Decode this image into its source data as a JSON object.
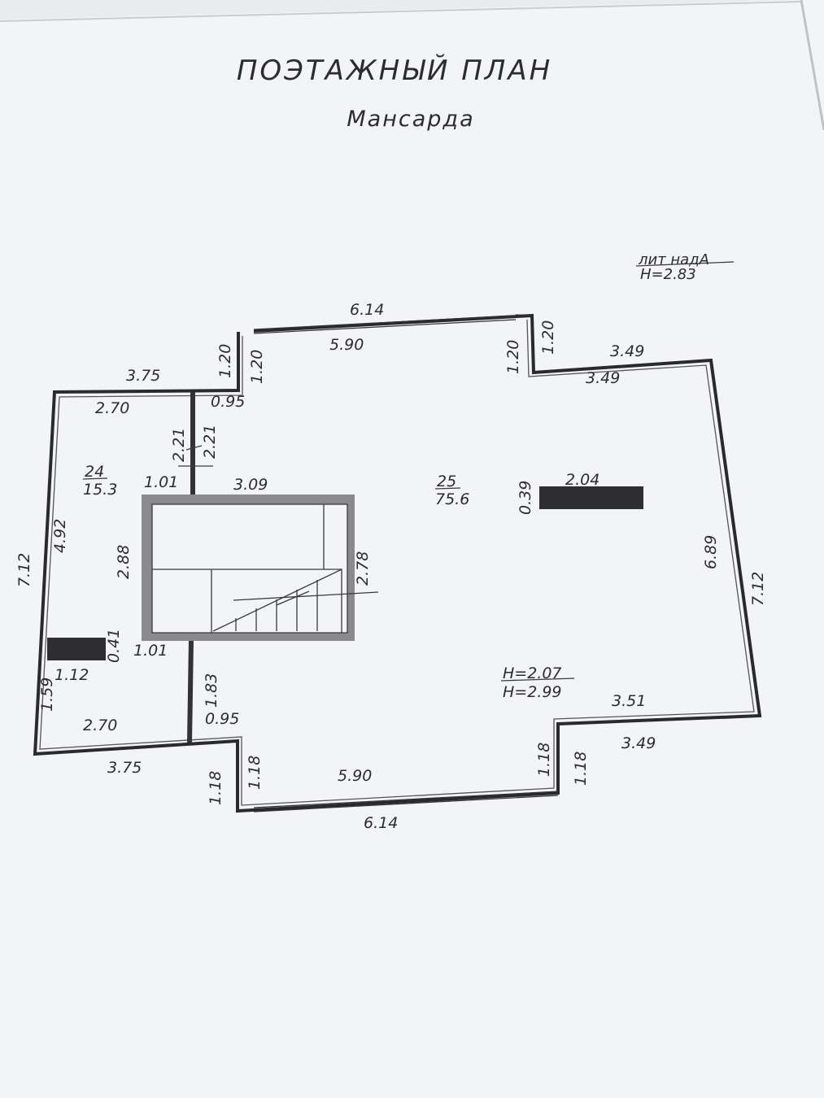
{
  "title": "ПОЭТАЖНЫЙ ПЛАН",
  "subtitle": "Мансарда",
  "lit": {
    "label": "лит надА",
    "height": "Н=2.83"
  },
  "rooms": [
    {
      "number": "24",
      "area": "15.3"
    },
    {
      "number": "25",
      "area": "75.6"
    }
  ],
  "heights": {
    "h1": "Н=2.07",
    "h2": "Н=2.99"
  },
  "dims": {
    "top_outer": "6.14",
    "top_inner": "5.90",
    "bottom_outer": "6.14",
    "bottom_inner": "5.90",
    "left_top": "3.75",
    "left_bottom": "3.75",
    "right_top_outer": "3.49",
    "right_top_inner": "3.49",
    "right_bottom_outer": "3.49",
    "right_bottom_inner": "3.51",
    "left_height": "7.12",
    "right_height": "7.12",
    "right_inner": "6.89",
    "left_inner": "4.92",
    "left_small": "1.59",
    "room24_top": "2.70",
    "room24_bottom": "2.70",
    "notch_tl_outer": "1.20",
    "notch_tl_inner": "1.20",
    "notch_tr_inner": "1.20",
    "notch_tr_outer": "1.20",
    "notch_bl_outer": "1.18",
    "notch_bl_inner": "1.18",
    "notch_br_inner": "1.18",
    "notch_br_outer": "1.18",
    "wall_095_top": "0.95",
    "wall_095_bottom": "0.95",
    "wall_221_a": "2.21",
    "wall_221_b": "2.21",
    "door_101_top": "1.01",
    "door_101_bottom": "1.01",
    "stair_top": "3.09",
    "stair_left": "2.88",
    "stair_right": "2.78",
    "wall_183": "1.83",
    "chimney_left_w": "1.12",
    "chimney_left_h": "0.41",
    "chimney_right_w": "2.04",
    "chimney_right_h": "0.39"
  }
}
